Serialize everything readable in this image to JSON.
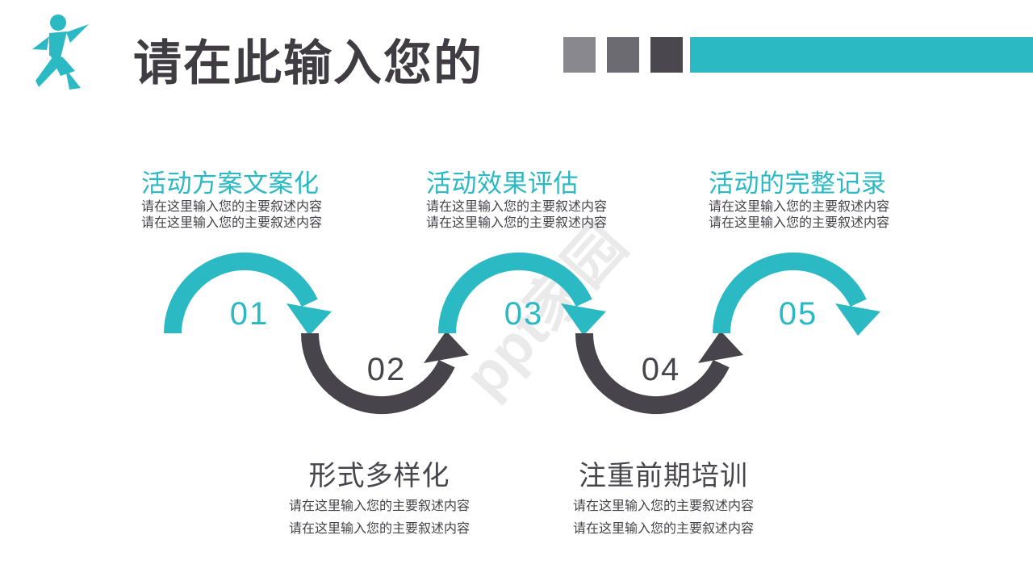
{
  "slide": {
    "title": "请在此输入您的",
    "watermark": "ppt家园"
  },
  "header": {
    "logo": "runner-logo",
    "decor_squares": [
      "#8a888f",
      "#6d6b72",
      "#4a484e"
    ],
    "accent_bar_color": "#2bb9c4"
  },
  "colors": {
    "teal": "#2bb9c4",
    "dark": "#47454b",
    "title_text": "#3f3d42",
    "body_text": "#45434a"
  },
  "steps": [
    {
      "number": "01",
      "title": "活动方案文案化",
      "desc1": "请在这里输入您的主要叙述内容",
      "desc2": "请在这里输入您的主要叙述内容"
    },
    {
      "number": "02",
      "title": "形式多样化",
      "desc1": "请在这里输入您的主要叙述内容",
      "desc2": "请在这里输入您的主要叙述内容"
    },
    {
      "number": "03",
      "title": "活动效果评估",
      "desc1": "请在这里输入您的主要叙述内容",
      "desc2": "请在这里输入您的主要叙述内容"
    },
    {
      "number": "04",
      "title": "注重前期培训",
      "desc1": "请在这里输入您的主要叙述内容",
      "desc2": "请在这里输入您的主要叙述内容"
    },
    {
      "number": "05",
      "title": "活动的完整记录",
      "desc1": "请在这里输入您的主要叙述内容",
      "desc2": "请在这里输入您的主要叙述内容"
    }
  ]
}
